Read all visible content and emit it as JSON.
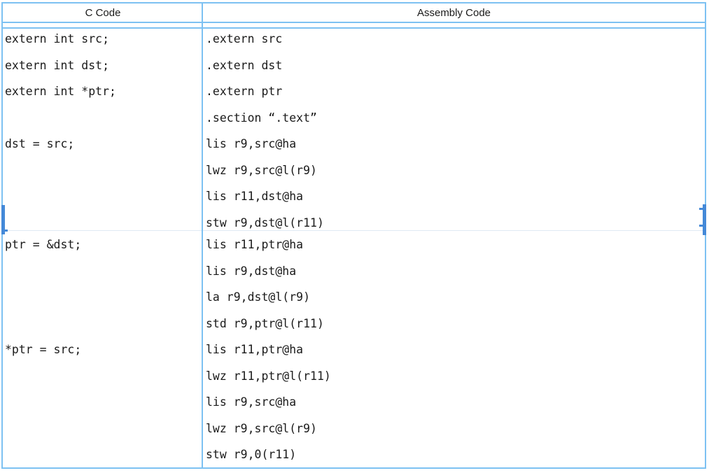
{
  "table": {
    "headers": [
      "C Code",
      "Assembly Code"
    ],
    "rows": [
      {
        "c_lines": [
          "extern int src;",
          "extern int dst;",
          "extern int *ptr;",
          "",
          "dst = src;",
          "",
          "",
          ""
        ],
        "asm_lines": [
          ".extern src",
          ".extern dst",
          ".extern ptr",
          ".section “.text”",
          "lis r9,src@ha",
          "lwz r9,src@l(r9)",
          "lis r11,dst@ha",
          "stw r9,dst@l(r11)"
        ]
      },
      {
        "c_lines": [
          "ptr = &dst;",
          "",
          "",
          "",
          "*ptr = src;",
          "",
          "",
          "",
          ""
        ],
        "asm_lines": [
          "lis r11,ptr@ha",
          "lis r9,dst@ha",
          "la r9,dst@l(r9)",
          "std r9,ptr@l(r11)",
          "lis r11,ptr@ha",
          "lwz r11,ptr@l(r11)",
          "lis r9,src@ha",
          "lwz r9,src@l(r9)",
          "stw r9,0(r11)"
        ]
      }
    ]
  },
  "colors": {
    "border_blue": "#7dc1f2",
    "handle_blue": "#4489d8",
    "divider_faint": "#dfeaf4",
    "text_color": "#1a1a1a"
  }
}
